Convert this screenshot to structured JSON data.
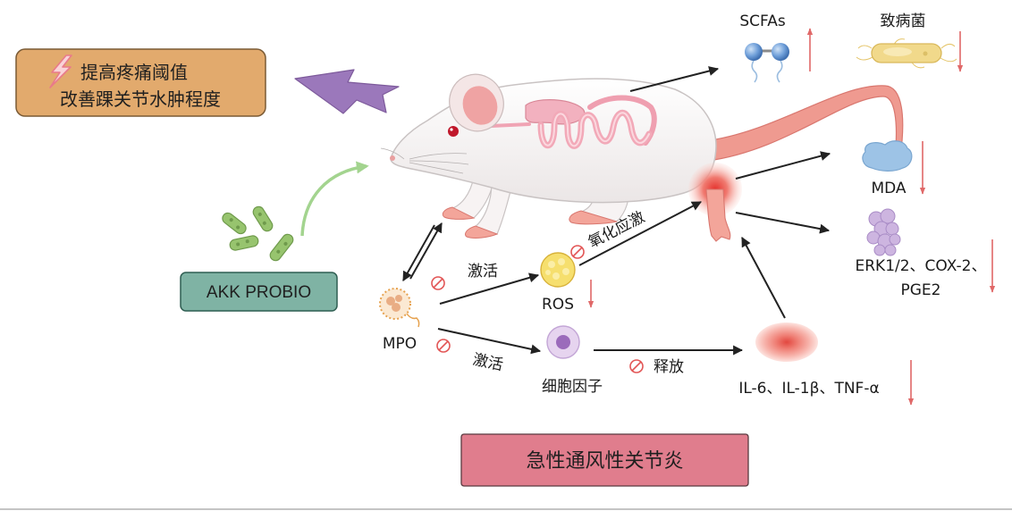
{
  "effect_box": {
    "line1": "提高疼痛阈值",
    "line2": "改善踝关节水肿程度",
    "icon": "lightning-icon",
    "fill": "#e2aa6d"
  },
  "probiotic": {
    "label": "AKK PROBIO",
    "icon": "bacteria-icon",
    "fill": "#7fb3a4"
  },
  "disease": {
    "label": "急性通风性关节炎",
    "fill": "#e07d8d"
  },
  "mpo": {
    "label": "MPO",
    "icon": "neutrophil-icon"
  },
  "ros": {
    "label": "ROS",
    "icon": "ros-cell-icon",
    "trend_icon": "red-arrow-down-icon"
  },
  "cytokines": {
    "label": "细胞因子",
    "icon": "cytokine-cell-icon"
  },
  "inflammatory_factors": {
    "label": "IL-6、IL-1β、TNF-α",
    "icon": "inflammation-icon",
    "trend_icon": "red-arrow-down-icon"
  },
  "scfas": {
    "label": "SCFAs",
    "icon": "scfa-molecule-icon",
    "trend_icon": "red-arrow-up-icon"
  },
  "pathogens": {
    "label": "致病菌",
    "icon": "pathogenic-bacteria-icon",
    "trend_icon": "red-arrow-down-icon"
  },
  "mda": {
    "label": "MDA",
    "icon": "mda-blob-icon",
    "trend_icon": "red-arrow-down-icon"
  },
  "erk_cox_pge": {
    "line1": "ERK1/2、COX-2、",
    "line2": "PGE2",
    "icon": "protein-icon",
    "trend_icon": "red-arrow-down-icon"
  },
  "edges": {
    "mpo_to_ros": {
      "label": "激活",
      "inhibited": true
    },
    "mpo_to_cytokines": {
      "label": "激活",
      "inhibited": true
    },
    "ros_to_ankle": {
      "label": "氧化应激",
      "inhibited": true
    },
    "cytokines_to_inflammation": {
      "label": "释放",
      "inhibited": true
    }
  },
  "colors": {
    "trend_arrow": "#e06868",
    "inhibit": "#e25555",
    "arrow": "#222222",
    "probiotic_arrow": "#a3d48f",
    "effect_arrow": "#9b78bb"
  }
}
